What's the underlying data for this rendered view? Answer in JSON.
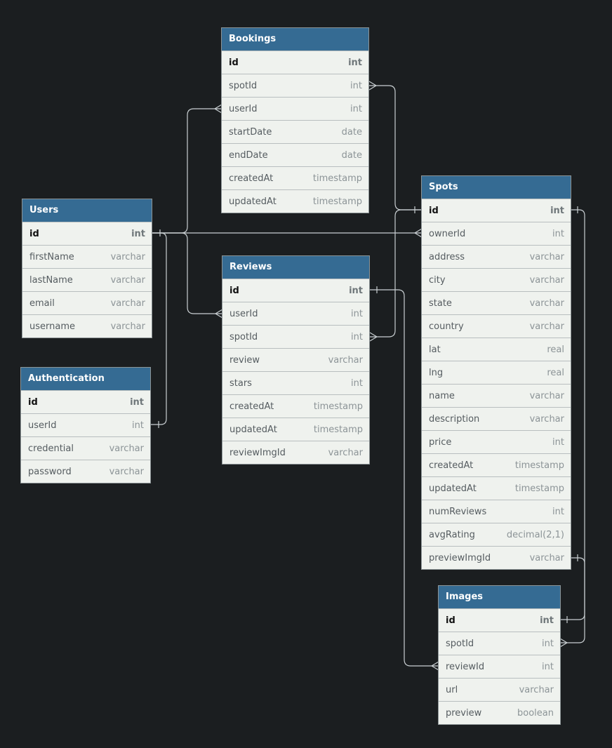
{
  "tables": [
    {
      "key": "bookings",
      "name": "Bookings",
      "fields": [
        {
          "name": "id",
          "type": "int",
          "pk": true
        },
        {
          "name": "spotId",
          "type": "int"
        },
        {
          "name": "userId",
          "type": "int"
        },
        {
          "name": "startDate",
          "type": "date"
        },
        {
          "name": "endDate",
          "type": "date"
        },
        {
          "name": "createdAt",
          "type": "timestamp"
        },
        {
          "name": "updatedAt",
          "type": "timestamp"
        }
      ]
    },
    {
      "key": "users",
      "name": "Users",
      "fields": [
        {
          "name": "id",
          "type": "int",
          "pk": true
        },
        {
          "name": "firstName",
          "type": "varchar"
        },
        {
          "name": "lastName",
          "type": "varchar"
        },
        {
          "name": "email",
          "type": "varchar"
        },
        {
          "name": "username",
          "type": "varchar"
        }
      ]
    },
    {
      "key": "reviews",
      "name": "Reviews",
      "fields": [
        {
          "name": "id",
          "type": "int",
          "pk": true
        },
        {
          "name": "userId",
          "type": "int"
        },
        {
          "name": "spotId",
          "type": "int"
        },
        {
          "name": "review",
          "type": "varchar"
        },
        {
          "name": "stars",
          "type": "int"
        },
        {
          "name": "createdAt",
          "type": "timestamp"
        },
        {
          "name": "updatedAt",
          "type": "timestamp"
        },
        {
          "name": "reviewImgId",
          "type": "varchar"
        }
      ]
    },
    {
      "key": "authentication",
      "name": "Authentication",
      "fields": [
        {
          "name": "id",
          "type": "int",
          "pk": true
        },
        {
          "name": "userId",
          "type": "int"
        },
        {
          "name": "credential",
          "type": "varchar"
        },
        {
          "name": "password",
          "type": "varchar"
        }
      ]
    },
    {
      "key": "spots",
      "name": "Spots",
      "fields": [
        {
          "name": "id",
          "type": "int",
          "pk": true
        },
        {
          "name": "ownerId",
          "type": "int"
        },
        {
          "name": "address",
          "type": "varchar"
        },
        {
          "name": "city",
          "type": "varchar"
        },
        {
          "name": "state",
          "type": "varchar"
        },
        {
          "name": "country",
          "type": "varchar"
        },
        {
          "name": "lat",
          "type": "real"
        },
        {
          "name": "lng",
          "type": "real"
        },
        {
          "name": "name",
          "type": "varchar"
        },
        {
          "name": "description",
          "type": "varchar"
        },
        {
          "name": "price",
          "type": "int"
        },
        {
          "name": "createdAt",
          "type": "timestamp"
        },
        {
          "name": "updatedAt",
          "type": "timestamp"
        },
        {
          "name": "numReviews",
          "type": "int"
        },
        {
          "name": "avgRating",
          "type": "decimal(2,1)"
        },
        {
          "name": "previewImgId",
          "type": "varchar"
        }
      ]
    },
    {
      "key": "images",
      "name": "Images",
      "fields": [
        {
          "name": "id",
          "type": "int",
          "pk": true
        },
        {
          "name": "spotId",
          "type": "int"
        },
        {
          "name": "reviewId",
          "type": "int"
        },
        {
          "name": "url",
          "type": "varchar"
        },
        {
          "name": "preview",
          "type": "boolean"
        }
      ]
    }
  ],
  "relationships": [
    {
      "from": "users.id",
      "to": "bookings.userId",
      "cardinality": "one-to-many"
    },
    {
      "from": "users.id",
      "to": "reviews.userId",
      "cardinality": "one-to-many"
    },
    {
      "from": "users.id",
      "to": "spots.ownerId",
      "cardinality": "one-to-many"
    },
    {
      "from": "users.id",
      "to": "authentication.userId",
      "cardinality": "one-to-one"
    },
    {
      "from": "spots.id",
      "to": "bookings.spotId",
      "cardinality": "one-to-many"
    },
    {
      "from": "spots.id",
      "to": "reviews.spotId",
      "cardinality": "one-to-many"
    },
    {
      "from": "spots.id",
      "to": "images.spotId",
      "cardinality": "one-to-many"
    },
    {
      "from": "reviews.id",
      "to": "images.reviewId",
      "cardinality": "one-to-many"
    },
    {
      "from": "images.id",
      "to": "spots.previewImgId",
      "cardinality": "one-to-one"
    }
  ],
  "colors": {
    "background": "#1b1e20",
    "header": "#356b93",
    "body": "#eff2ee",
    "connector": "#c9cfd2"
  }
}
